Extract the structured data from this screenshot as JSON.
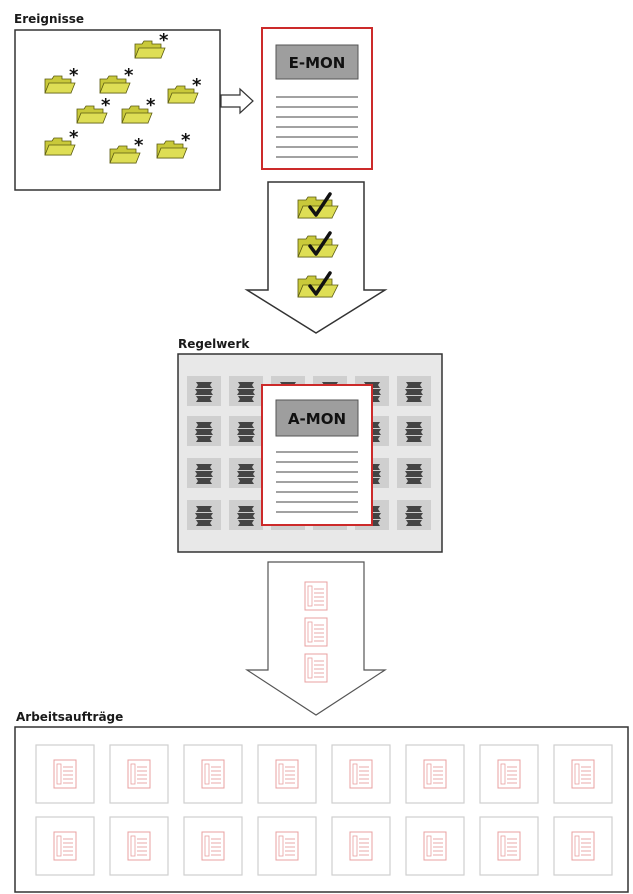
{
  "sections": {
    "events": "Ereignisse",
    "rules": "Regelwerk",
    "work_orders": "Arbeitsaufträge"
  },
  "documents": {
    "e_mon": "E-MON",
    "a_mon": "A-MON"
  },
  "icons": {
    "event": "folder-asterisk-icon",
    "checked_event": "folder-checkmark-icon",
    "rule": "rule-stack-icon",
    "work_order": "work-order-form-icon"
  },
  "counts": {
    "events": 9,
    "checked_events": 3,
    "rules": 24,
    "work_orders": 16
  },
  "colors": {
    "accent_red": "#cc2a2a",
    "folder_yellow": "#c9c93a",
    "title_grey": "#9e9e9e",
    "panel_grey": "#e8e8e8",
    "form_pink": "#e8a0a0"
  }
}
